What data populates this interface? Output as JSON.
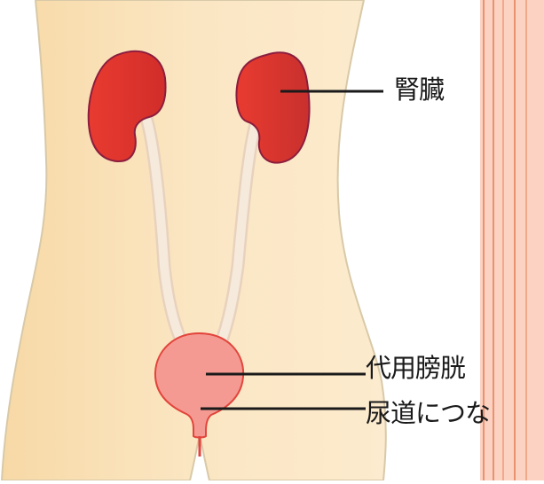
{
  "labels": {
    "kidney": "腎臓",
    "bladder": "代用膀胱",
    "urethra": "尿道につな"
  },
  "colors": {
    "skin": "#fbe6c3",
    "skin_outline": "#d8c9a8",
    "kidney": "#e0392f",
    "kidney_outline": "#8b1e3f",
    "ureter": "#f6eadc",
    "bladder": "#f49a92",
    "bladder_outline": "#e2453c",
    "leader_line": "#1a1a1a",
    "stripe_fill": "#fcd2c2",
    "stripe_line": "#e9926f"
  }
}
